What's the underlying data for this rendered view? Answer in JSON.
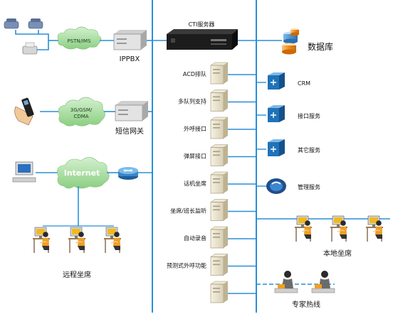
{
  "diagram": {
    "left": {
      "pstn_cloud": "PSTN/IMS",
      "ippbx": "IPPBX",
      "mobile_cloud_lines": [
        "3G/GSM/",
        "CDMA"
      ],
      "sms_gateway": "短信网关",
      "internet_cloud": "Internet",
      "remote_seats": "远程坐席"
    },
    "center": {
      "cti_server": "CTI服务器",
      "modules": [
        "ACD排队",
        "多队列支持",
        "外呼接口",
        "弹屏接口",
        "话机坐席",
        "坐席/班长监听",
        "自动录音",
        "预测式外呼功能"
      ]
    },
    "right": {
      "database": "数据库",
      "services": [
        "CRM",
        "接口服务",
        "其它服务",
        "管理服务"
      ],
      "local_seats": "本地坐席",
      "expert_hotline": "专家热线"
    },
    "colors": {
      "line": "#2a8fd6",
      "cloud": "#aee0a8",
      "cloud_text": "#ffffff",
      "server": "#e6e0cc",
      "rack": "#1c1c1c",
      "service_icon": "#1f73b8",
      "db": "#f4a640"
    }
  }
}
